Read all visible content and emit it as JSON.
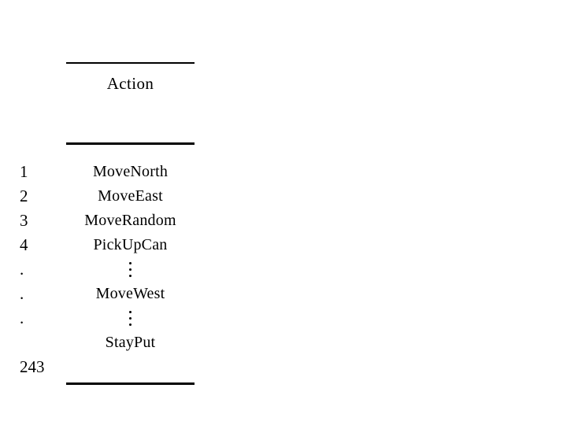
{
  "slide": {
    "background_color": "#ffffff",
    "text_color": "#000000"
  },
  "table": {
    "header": {
      "index_label": "",
      "action_label": "Action"
    },
    "rows": [
      {
        "index": "1",
        "action": "MoveNorth"
      },
      {
        "index": "2",
        "action": "MoveEast"
      },
      {
        "index": "3",
        "action": "MoveRandom"
      },
      {
        "index": "4",
        "action": "PickUpCan"
      },
      {
        "index": ".",
        "action": "vertical-ellipsis"
      },
      {
        "index": ".",
        "action": "MoveWest"
      },
      {
        "index": ".",
        "action": "vertical-ellipsis"
      },
      {
        "index": "243",
        "action": "StayPut"
      }
    ],
    "rule_color": "#000000"
  }
}
